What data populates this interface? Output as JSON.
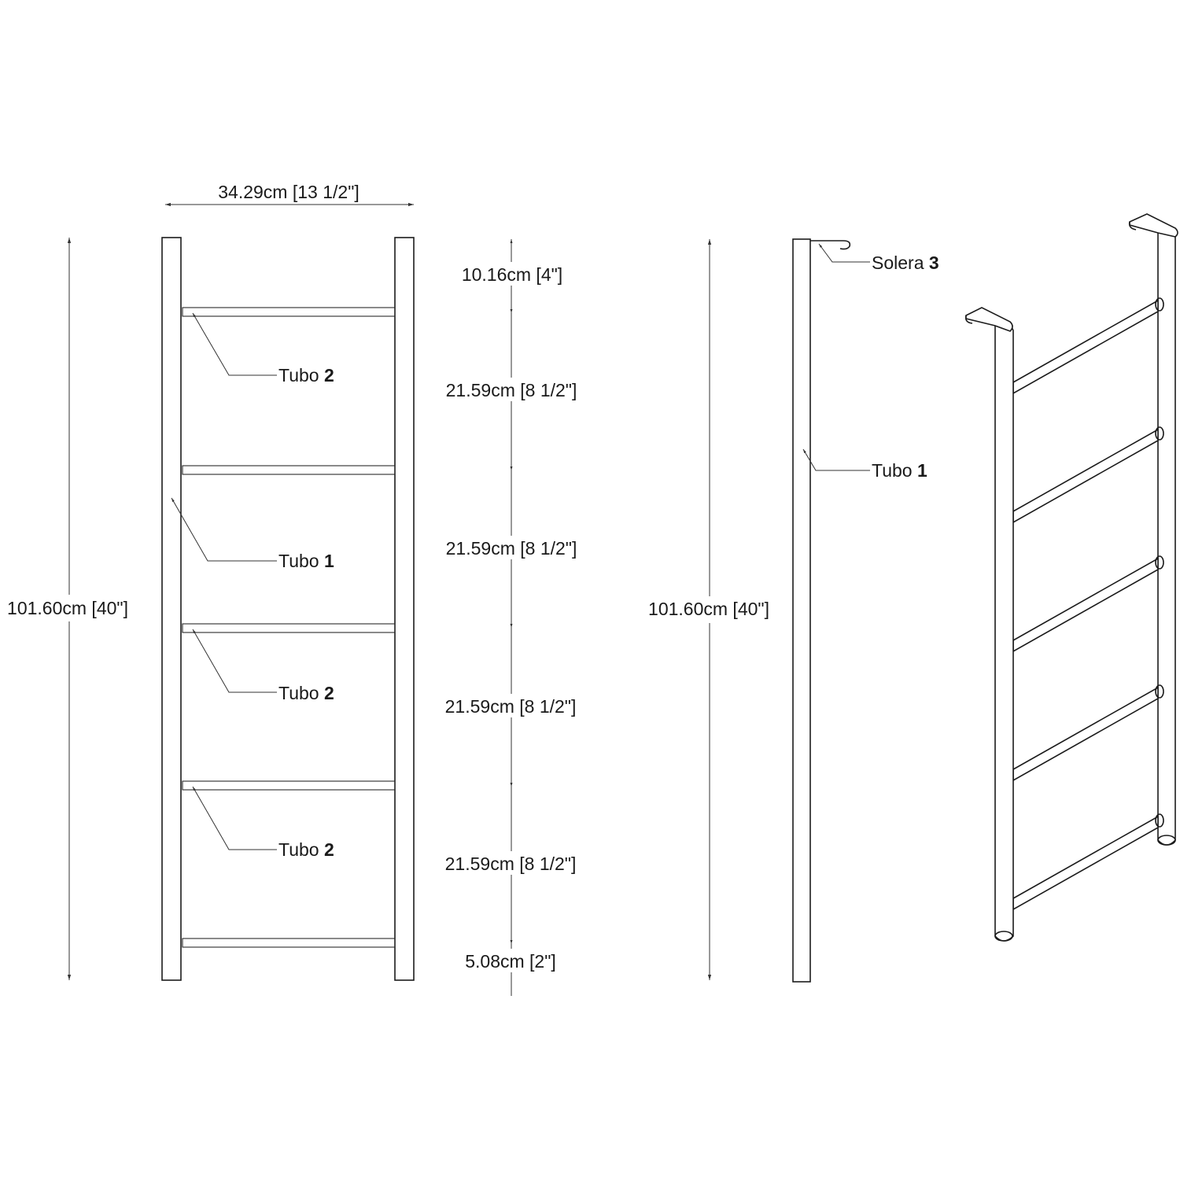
{
  "front_view": {
    "width_dimension": "34.29cm [13 1/2\"]",
    "height_dimension": "101.60cm [40\"]",
    "labels": [
      {
        "part": "Tubo",
        "number": "2"
      },
      {
        "part": "Tubo",
        "number": "1"
      },
      {
        "part": "Tubo",
        "number": "2"
      },
      {
        "part": "Tubo",
        "number": "2"
      }
    ]
  },
  "spacing_dimensions": [
    "10.16cm [4\"]",
    "21.59cm [8 1/2\"]",
    "21.59cm [8 1/2\"]",
    "21.59cm [8 1/2\"]",
    "21.59cm [8 1/2\"]",
    "5.08cm [2\"]"
  ],
  "side_view": {
    "height_dimension": "101.60cm [40\"]",
    "labels": [
      {
        "part": "Solera",
        "number": "3"
      },
      {
        "part": "Tubo",
        "number": "1"
      }
    ]
  }
}
